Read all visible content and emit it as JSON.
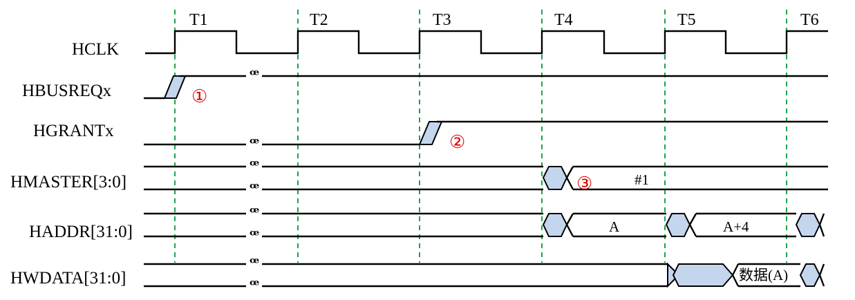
{
  "cycles": [
    "T1",
    "T2",
    "T3",
    "T4",
    "T5",
    "T6"
  ],
  "signals": {
    "hclk": "HCLK",
    "hbusreq": "HBUSREQx",
    "hgrant": "HGRANTx",
    "hmaster": "HMASTER[3:0]",
    "haddr": "HADDR[31:0]",
    "hwdata": "HWDATA[31:0]"
  },
  "values": {
    "hmaster_value": "#1",
    "haddr_first": "A",
    "haddr_second": "A+4",
    "hwdata_value": "数据(A)"
  },
  "break_symbol": "ꟹ",
  "annotations": [
    "①",
    "②",
    "③"
  ],
  "colors": {
    "guide_lines": "#1aa34a",
    "transition_fill": "#c4d6ee",
    "annotation": "#e00000"
  }
}
